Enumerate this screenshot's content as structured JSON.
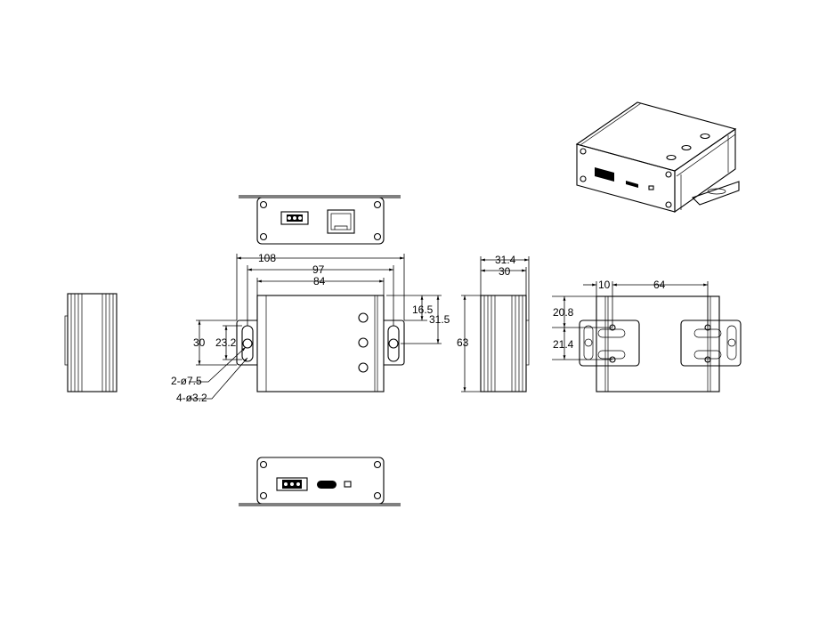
{
  "drawing": {
    "front_view": {
      "overall_width": "108",
      "hole_spacing": "97",
      "body_width": "84",
      "hole_offset_top": "16.5",
      "hole_center_height": "31.5",
      "flange_height": "30",
      "slot_length": "23.2",
      "hole_callout_large": "2-ø7.5",
      "hole_callout_small": "4-ø3.2"
    },
    "side_view": {
      "height": "63",
      "overall_depth": "31.4",
      "body_depth": "30"
    },
    "bottom_view": {
      "edge_offset": "10",
      "hole_spacing": "64",
      "top_offset": "20.8",
      "slot_spacing": "21.4"
    }
  }
}
